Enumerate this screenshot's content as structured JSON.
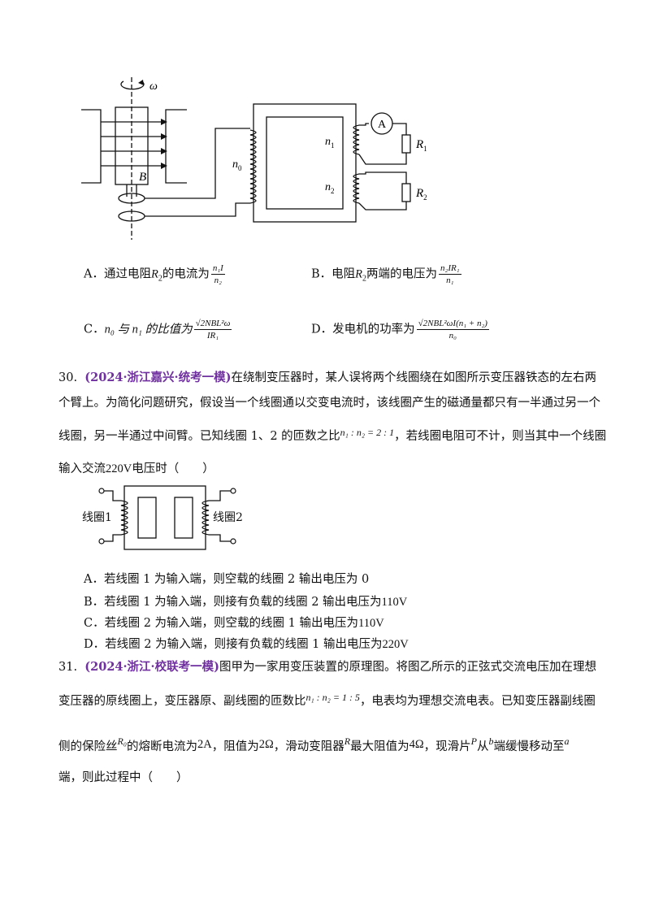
{
  "figure1": {
    "omega": "ω",
    "B": "B",
    "n0": "n",
    "n0_sub": "0",
    "n1": "n",
    "n1_sub": "1",
    "n2": "n",
    "n2_sub": "2",
    "ammeter": "A",
    "R1": "R",
    "R1_sub": "1",
    "R2": "R",
    "R2_sub": "2"
  },
  "q29": {
    "A_prefix": "A．通过电阻",
    "A_var": "R",
    "A_sub": "2",
    "A_mid": "的电流为",
    "A_num": "n₁I",
    "A_den": "n₂",
    "B_prefix": "B．电阻",
    "B_var": "R",
    "B_sub": "2",
    "B_mid": "两端的电压为",
    "B_num": "n₂IR₁",
    "B_den": "n₁",
    "C_prefix": "C．",
    "C_mid": "n₀ 与 n₁ 的比值为",
    "C_num": "√2NBL²ω",
    "C_den": "IR₁",
    "D_prefix": "D．发电机的功率为",
    "D_num": "√2NBL²ωI(n₁ + n₂)",
    "D_den": "n₀"
  },
  "q30": {
    "number": "30.",
    "source": "(2024·浙江嘉兴·统考一模)",
    "line1": "在绕制变压器时，某人误将两个线圈绕在如图所示变压器铁态的左右两",
    "line2": "个臂上。为简化问题研究，假设当一个线圈通以交变电流时，该线圈产生的磁通量都只有一半通过另一个",
    "line3_a": "线圈，另一半通过中间臂。已知线圈 1、2 的匝数之比",
    "ratio": "n₁ : n₂ = 2 : 1",
    "line3_b": "，若线圈电阻可不计，则当其中一个线圈",
    "line4_a": "输入交流",
    "voltage": "220V",
    "line4_b": "电压时（　　）",
    "coil1": "线圈1",
    "coil2": "线圈2",
    "optA": "A．若线圈 1 为输入端，则空载的线圈 2 输出电压为 0",
    "optB": "B．若线圈 1 为输入端，则接有负载的线圈 2 输出电压为",
    "optB_val": "110V",
    "optC": "C．若线圈 2 为输入端，则空载的线圈 1 输出电压为",
    "optC_val": "110V",
    "optD": "D．若线圈 2 为输入端，则接有负载的线圈 1 输出电压为",
    "optD_val": "220V"
  },
  "q31": {
    "number": "31.",
    "source": "(2024·浙江·校联考一模)",
    "line1": "图甲为一家用变压装置的原理图。将图乙所示的正弦式交流电压加在理想",
    "line2_a": "变压器的原线圈上，变压器原、副线圈的匝数比",
    "ratio": "n₁ : n₂ = 1 : 5",
    "line2_b": "，电表均为理想交流电表。已知变压器副线圈",
    "line3_a": "侧的保险丝",
    "R0": "R₀",
    "line3_b": "的熔断电流为",
    "current": "2A",
    "line3_c": "，阻值为",
    "res1": "2Ω",
    "line3_d": "，滑动变阻器",
    "R": "R",
    "line3_e": "最大阻值为",
    "res2": "4Ω",
    "line3_f": "，现滑片",
    "P": "P",
    "line3_g": "从",
    "b": "b",
    "line3_h": "端缓慢移动至",
    "a": "a",
    "line4": "端，则此过程中（　　）"
  }
}
